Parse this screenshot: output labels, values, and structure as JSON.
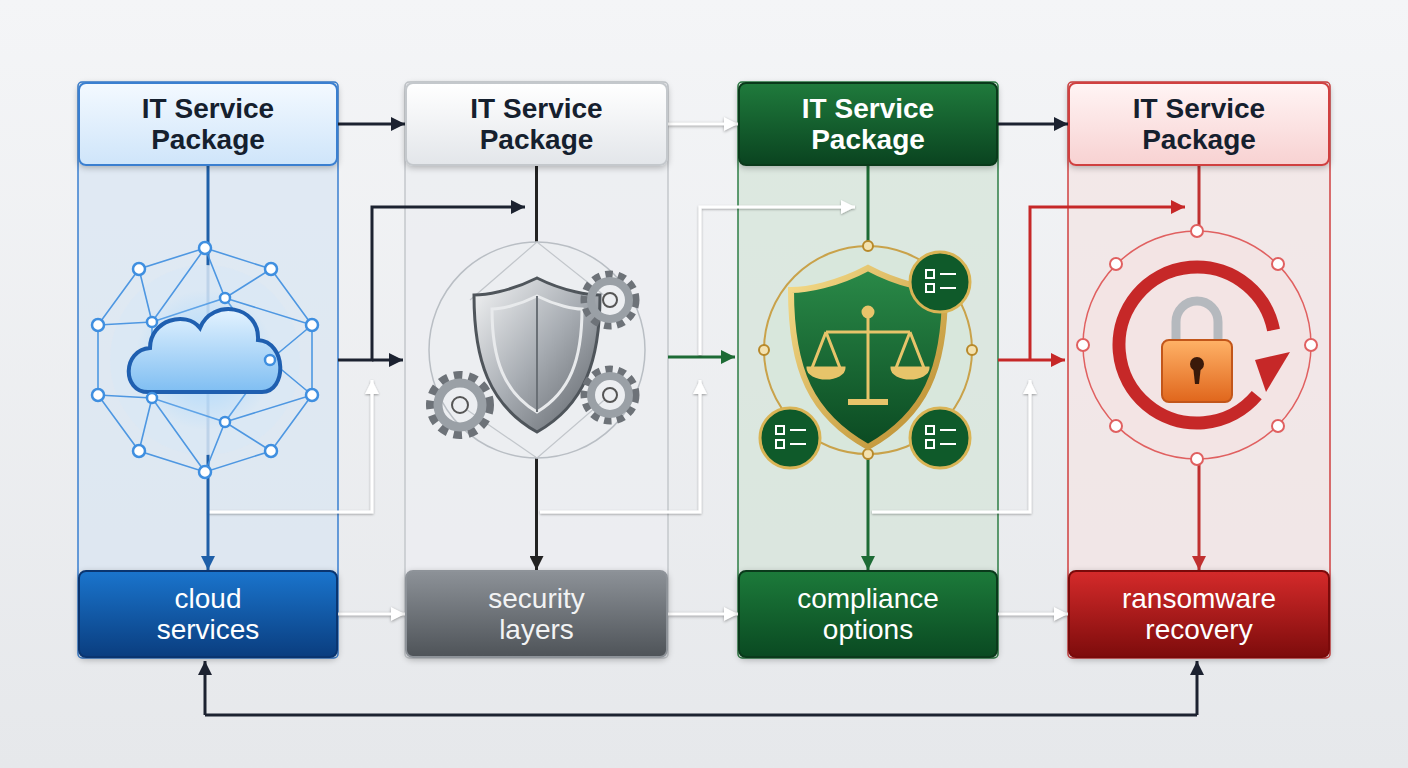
{
  "diagram": {
    "nodes": [
      {
        "text": [
          "IT Service Package"
        ]
      },
      {
        "text": [
          "IT Service Package"
        ]
      },
      {
        "text": [
          "IT Service Package"
        ]
      },
      {
        "text": [
          "IT Service Package"
        ]
      },
      {
        "text": [
          "cloud services"
        ]
      },
      {
        "text": [
          "security layers"
        ]
      },
      {
        "text": [
          "compliance options"
        ]
      },
      {
        "text": [
          "ransomware recovery"
        ]
      }
    ],
    "edges": [
      {
        "from": 0,
        "to": 1,
        "arrow": "to"
      },
      {
        "from": 1,
        "to": 2,
        "arrow": "to"
      },
      {
        "from": 2,
        "to": 3,
        "arrow": "to"
      },
      {
        "from": 0,
        "to": 4,
        "arrow": "to"
      },
      {
        "from": 1,
        "to": 5,
        "arrow": "to"
      },
      {
        "from": 2,
        "to": 6,
        "arrow": "to"
      },
      {
        "from": 3,
        "to": 7,
        "arrow": "to"
      },
      {
        "from": 4,
        "to": 5,
        "arrow": "to"
      },
      {
        "from": 5,
        "to": 6,
        "arrow": "to"
      },
      {
        "from": 6,
        "to": 7,
        "arrow": "to"
      }
    ]
  }
}
